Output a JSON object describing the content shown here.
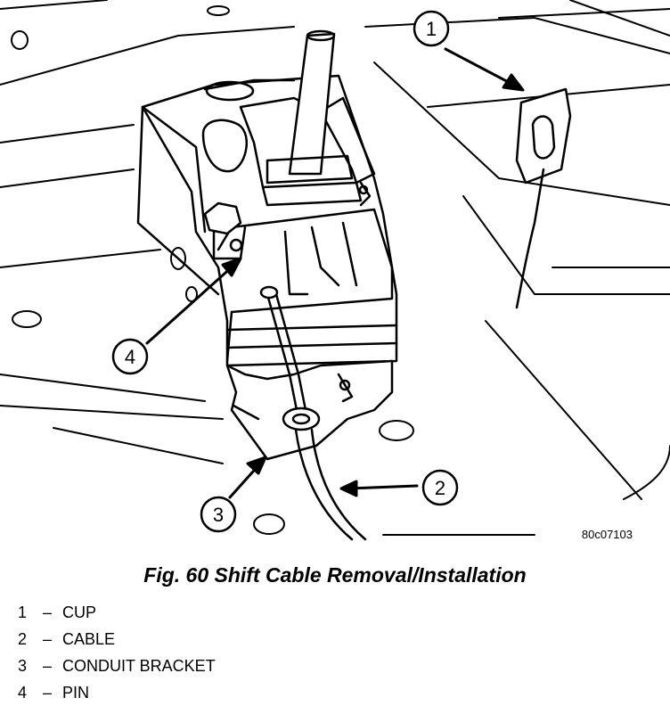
{
  "figure": {
    "code": "80c07103",
    "caption": "Fig. 60 Shift Cable Removal/Installation"
  },
  "callouts": [
    {
      "num": "1",
      "label": "CUP"
    },
    {
      "num": "2",
      "label": "CABLE"
    },
    {
      "num": "3",
      "label": "CONDUIT BRACKET"
    },
    {
      "num": "4",
      "label": "PIN"
    }
  ],
  "legend_separator": "–"
}
